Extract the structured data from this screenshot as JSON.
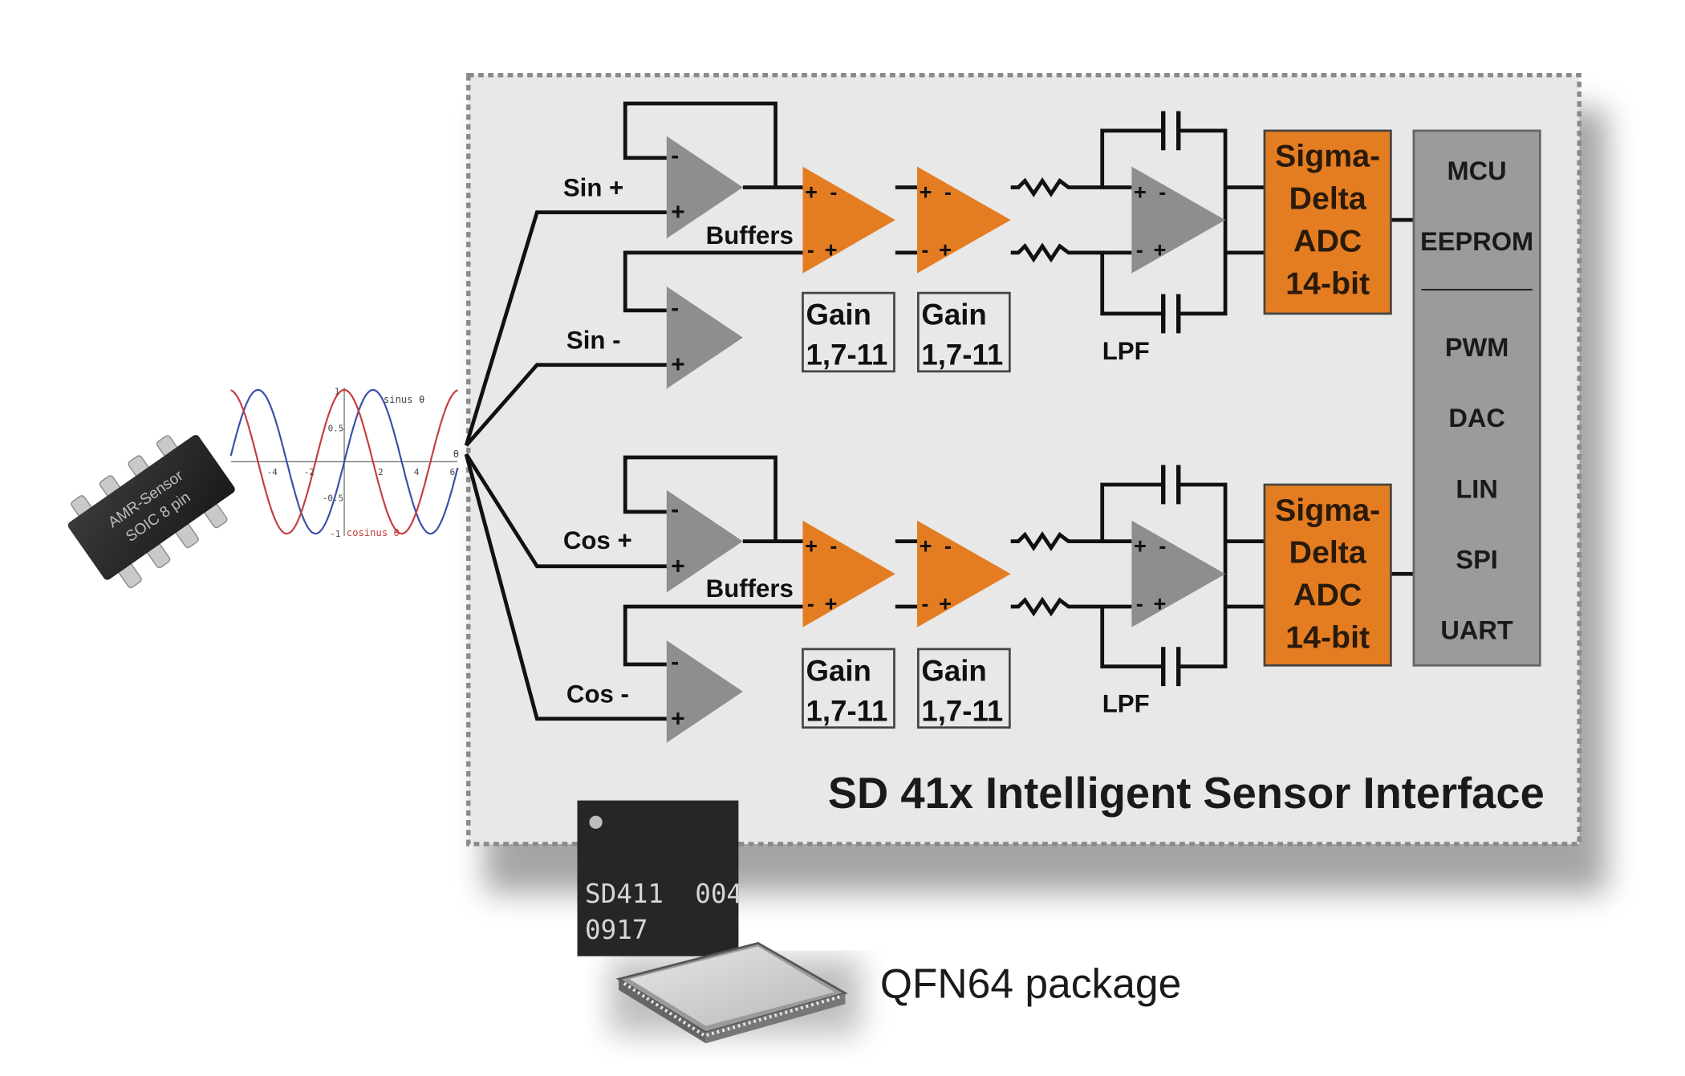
{
  "title": "SD 41x Intelligent Sensor Interface",
  "package_label": "QFN64 package",
  "sensor_chip": {
    "line1": "AMR-Sensor",
    "line2": "SOIC 8 pin"
  },
  "ic_marking": {
    "line1": "SD411  004",
    "line2": "0917"
  },
  "waveform": {
    "series_top": "sinus θ",
    "series_bottom": "cosinus θ",
    "axis_symbol": "θ",
    "x_ticks": [
      "-4",
      "-2",
      "2",
      "4",
      "6"
    ],
    "y_ticks": [
      "1",
      "0.5",
      "-0.5",
      "-1"
    ],
    "colors": {
      "sin": "#3b4fa8",
      "cos": "#c83c3c"
    }
  },
  "channels": [
    {
      "input_pos": "Sin +",
      "input_neg": "Sin -",
      "buffers": "Buffers",
      "gain1": {
        "line1": "Gain",
        "line2": "1,7-11"
      },
      "gain2": {
        "line1": "Gain",
        "line2": "1,7-11"
      },
      "filter": "LPF",
      "adc": [
        "Sigma-",
        "Delta",
        "ADC",
        "14-bit"
      ]
    },
    {
      "input_pos": "Cos +",
      "input_neg": "Cos -",
      "buffers": "Buffers",
      "gain1": {
        "line1": "Gain",
        "line2": "1,7-11"
      },
      "gain2": {
        "line1": "Gain",
        "line2": "1,7-11"
      },
      "filter": "LPF",
      "adc": [
        "Sigma-",
        "Delta",
        "ADC",
        "14-bit"
      ]
    }
  ],
  "mcu_block": {
    "top": [
      "MCU",
      "EEPROM"
    ],
    "bottom": [
      "PWM",
      "DAC",
      "LIN",
      "SPI",
      "UART"
    ]
  },
  "amp_signs": {
    "plus": "+",
    "minus": "-"
  },
  "colors": {
    "orange": "#e47d22",
    "gray_amp": "#8e8e8e",
    "panel": "#e8e8e8",
    "mcu": "#9b9b9b"
  }
}
